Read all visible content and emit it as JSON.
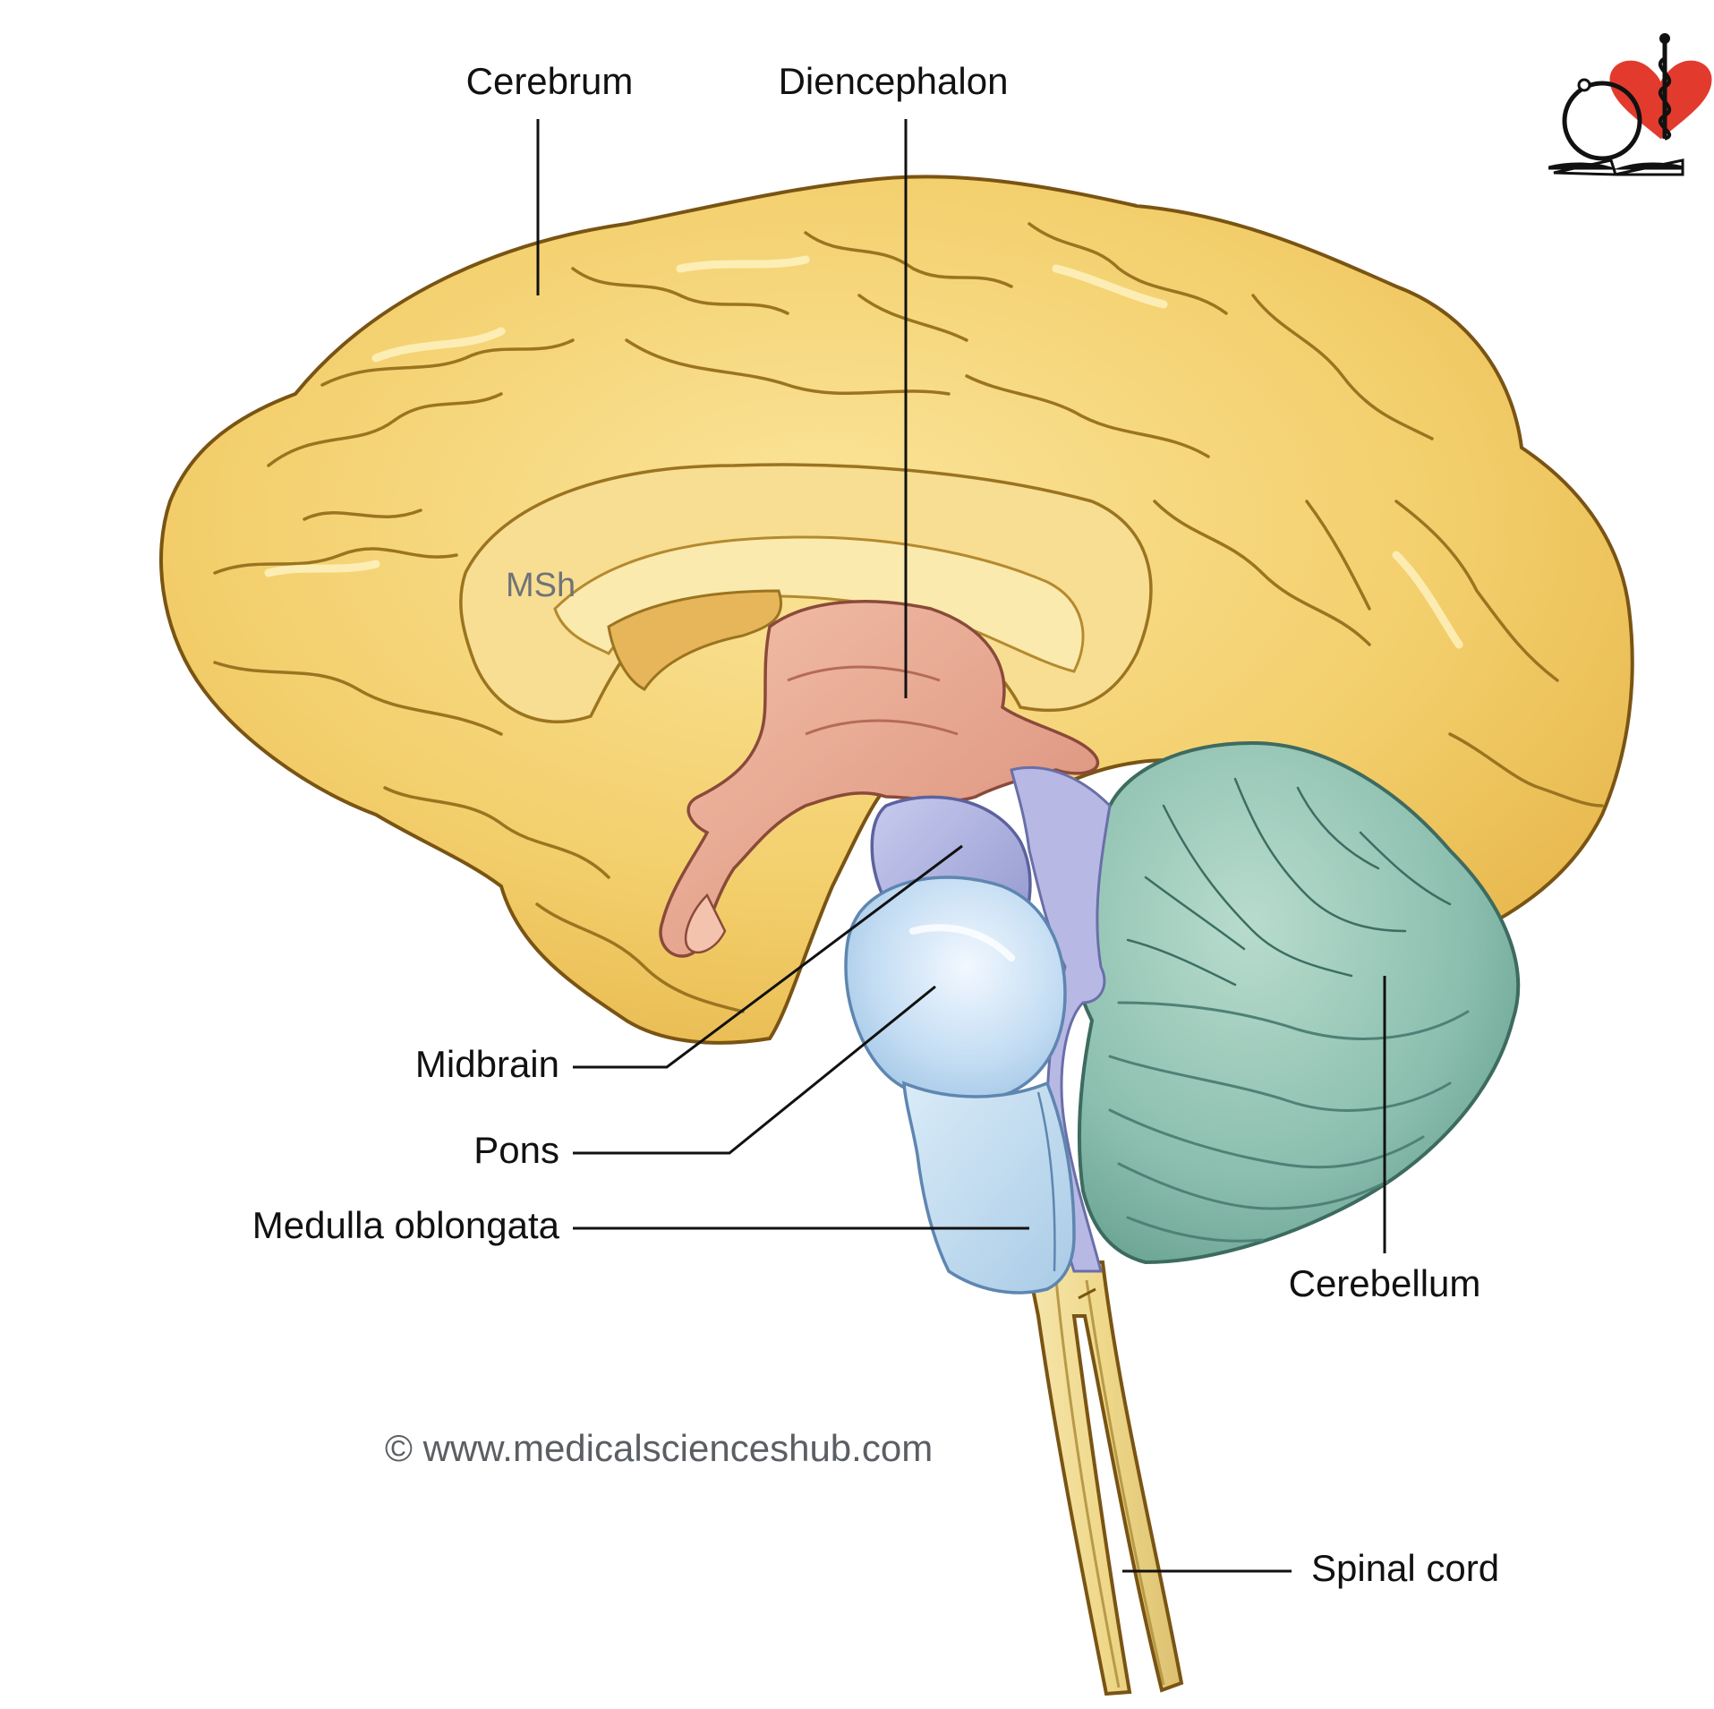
{
  "labels": {
    "cerebrum": "Cerebrum",
    "diencephalon": "Diencephalon",
    "midbrain": "Midbrain",
    "pons": "Pons",
    "medulla": "Medulla oblongata",
    "cerebellum": "Cerebellum",
    "spinal_cord": "Spinal cord"
  },
  "watermark": "MSh",
  "copyright": "© www.medicalscienceshub.com",
  "logo": {
    "icon": "heart-caduceus-book-icon",
    "heart_color": "#e23b2e"
  },
  "colors": {
    "cerebrum": "#f3cf6c",
    "diencephalon": "#e5a08b",
    "midbrain": "#a9aedd",
    "pons": "#c4ddf3",
    "medulla": "#c7dff2",
    "cerebellum": "#8cbfaf",
    "spinal_cord": "#f1dc96"
  }
}
